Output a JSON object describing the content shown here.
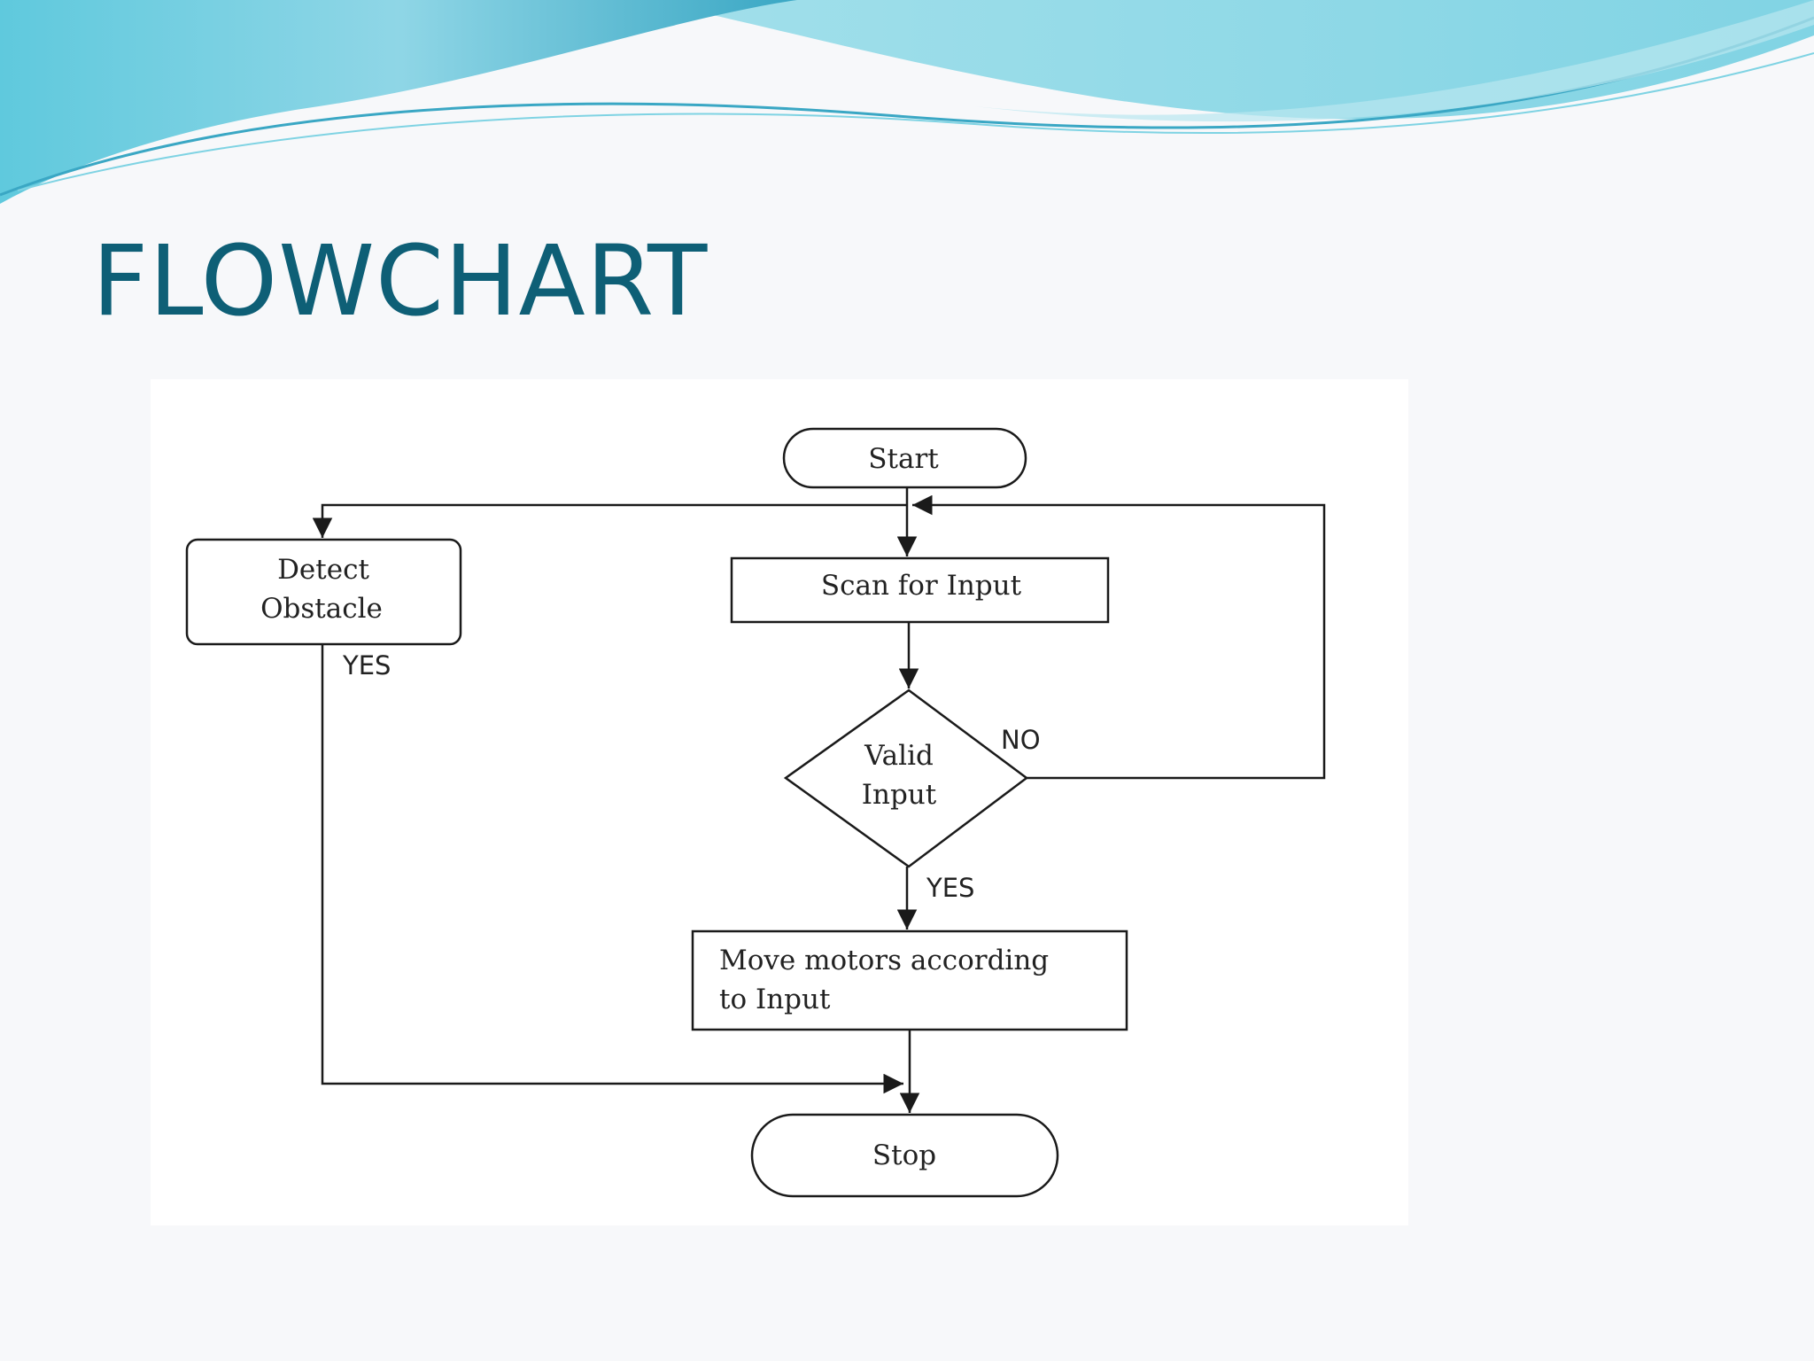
{
  "slide": {
    "title": "FLOWCHART"
  },
  "colors": {
    "title": "#0e5f76",
    "wave_light": "#a9e3ec",
    "wave_mid": "#5fc9dd",
    "wave_dark": "#3aa7c4",
    "background": "#f7f8fa"
  },
  "flowchart": {
    "nodes": {
      "start": {
        "shape": "terminator",
        "label": "Start"
      },
      "detect_obstacle": {
        "shape": "rounded-rect",
        "lines": [
          "Detect",
          "Obstacle"
        ]
      },
      "scan_for_input": {
        "shape": "rect",
        "label": "Scan for Input"
      },
      "valid_input": {
        "shape": "decision",
        "lines": [
          "Valid",
          "Input"
        ]
      },
      "move_motors": {
        "shape": "rect",
        "lines": [
          "Move motors according",
          "to Input"
        ]
      },
      "stop": {
        "shape": "terminator",
        "label": "Stop"
      }
    },
    "edge_labels": {
      "detect_yes": "YES",
      "valid_no": "NO",
      "valid_yes": "YES"
    },
    "edges": [
      {
        "from": "start",
        "to": "scan_for_input"
      },
      {
        "from": "start",
        "to": "detect_obstacle"
      },
      {
        "from": "scan_for_input",
        "to": "valid_input"
      },
      {
        "from": "valid_input",
        "to": "scan_for_input",
        "label": "NO"
      },
      {
        "from": "valid_input",
        "to": "move_motors",
        "label": "YES"
      },
      {
        "from": "move_motors",
        "to": "stop"
      },
      {
        "from": "detect_obstacle",
        "to": "stop",
        "label": "YES"
      }
    ]
  }
}
